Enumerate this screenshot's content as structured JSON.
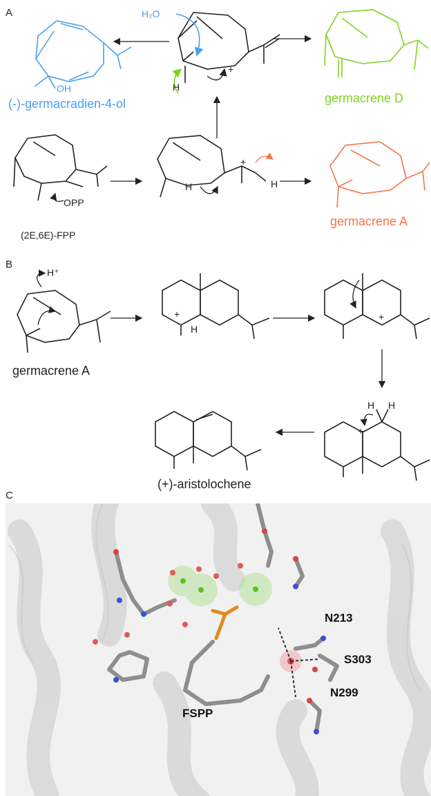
{
  "panels": {
    "a": "A",
    "b": "B",
    "c": "C"
  },
  "panelA": {
    "product_left": "(-)-germacradien-4-ol",
    "product_right_top": "germacrene D",
    "product_right_bottom": "germacrene A",
    "substrate": "(2E,6E)-FPP",
    "water": "H₂O",
    "oh": "OH",
    "opp": "OPP",
    "h": "H",
    "plus": "+"
  },
  "panelB": {
    "start": "germacrene A",
    "end": "(+)-aristolochene",
    "proton": "H⁺",
    "h": "H",
    "plus": "+"
  },
  "panelC": {
    "ligand": "FSPP",
    "residues": [
      "N213",
      "S303",
      "N299"
    ]
  },
  "colors": {
    "blue": "#4a9ff0",
    "green": "#7ed321",
    "orange": "#f5754a",
    "black": "#222222",
    "gray_protein": "#d3d3d3"
  }
}
